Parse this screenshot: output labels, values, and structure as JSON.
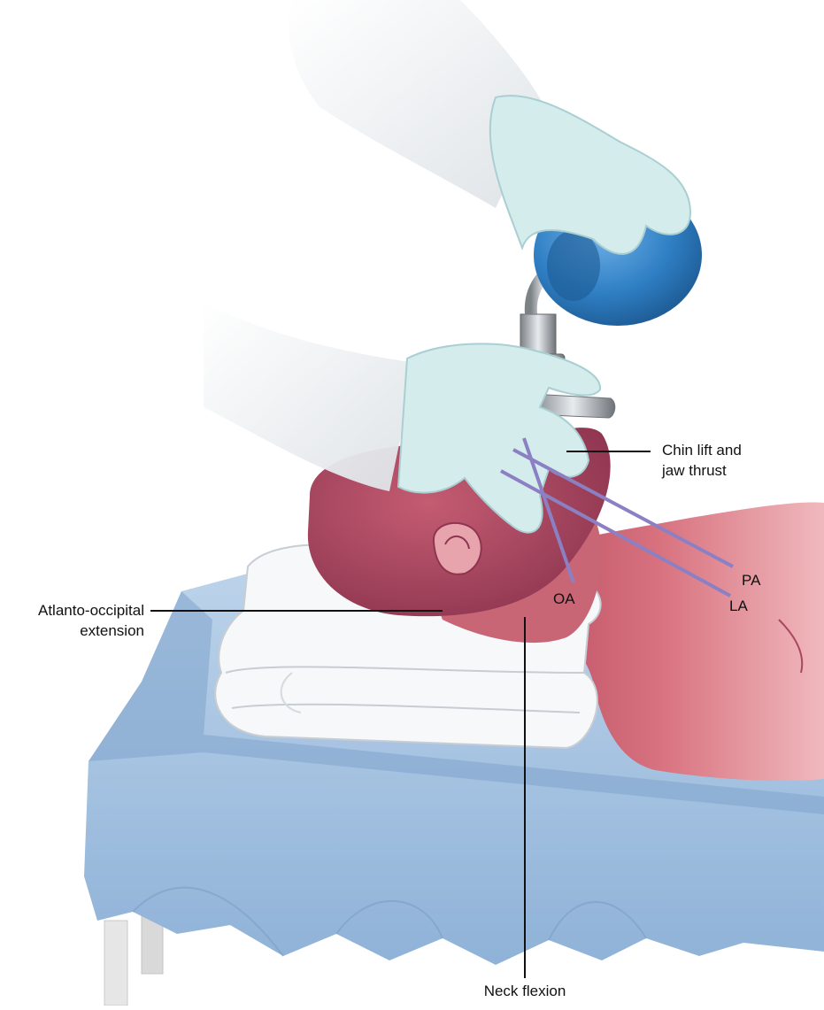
{
  "labels": {
    "chin_lift": [
      "Chin lift and",
      "jaw thrust"
    ],
    "atlanto": [
      "Atlanto-occipital",
      "extension"
    ],
    "pa": "PA",
    "la": "LA",
    "oa": "OA",
    "neck_flexion": "Neck flexion"
  },
  "colors": {
    "skin": "#c9586d",
    "skin_light": "#e5a0a8",
    "drape": "#a9c6e3",
    "drape_dark": "#7fa4cc",
    "glove": "#cfe9ea",
    "bag": "#2f7fc4",
    "axis_line": "#8c80c4",
    "leader_line": "#111111"
  },
  "icons": [
    "bag-valve-mask-icon",
    "gloved-hand-icon",
    "folded-towel-icon",
    "patient-head-icon"
  ]
}
